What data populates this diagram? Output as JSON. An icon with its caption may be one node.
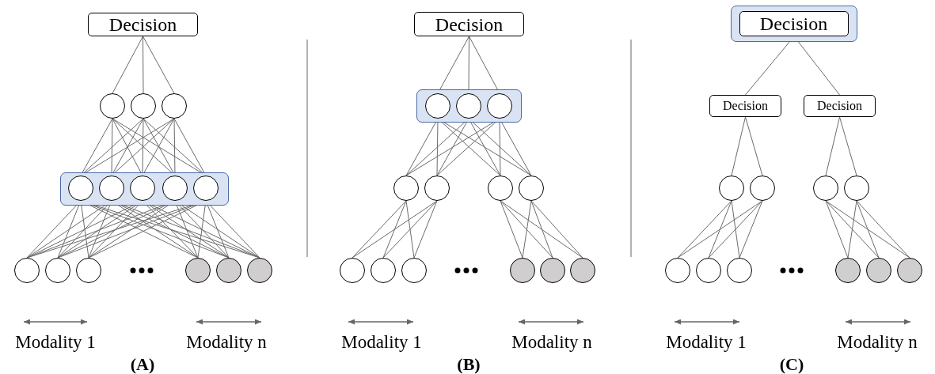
{
  "diagram": {
    "nodes": [
      {
        "text": [
          "Decision"
        ]
      },
      {
        "text": [],
        "shape": "circle"
      },
      {
        "text": [],
        "shape": "circle"
      },
      {
        "text": [],
        "shape": "circle"
      },
      {
        "text": [],
        "shape": "box"
      },
      {
        "text": [],
        "shape": "circle",
        "in": 4
      },
      {
        "text": [],
        "shape": "circle",
        "in": 4
      },
      {
        "text": [],
        "shape": "circle",
        "in": 4
      },
      {
        "text": [],
        "shape": "circle",
        "in": 4
      },
      {
        "text": [],
        "shape": "circle",
        "in": 4
      },
      {
        "text": [],
        "shape": "circle"
      },
      {
        "text": [],
        "shape": "circle"
      },
      {
        "text": [],
        "shape": "circle"
      },
      {
        "text": [],
        "shape": "circle"
      },
      {
        "text": [],
        "shape": "circle"
      },
      {
        "text": [],
        "shape": "circle"
      },
      {
        "text": [
          "Decision"
        ]
      },
      {
        "text": [],
        "shape": "box"
      },
      {
        "text": [],
        "shape": "circle",
        "in": 17
      },
      {
        "text": [],
        "shape": "circle",
        "in": 17
      },
      {
        "text": [],
        "shape": "circle",
        "in": 17
      },
      {
        "text": [],
        "shape": "circle"
      },
      {
        "text": [],
        "shape": "circle"
      },
      {
        "text": [],
        "shape": "circle"
      },
      {
        "text": [],
        "shape": "circle"
      },
      {
        "text": [],
        "shape": "circle"
      },
      {
        "text": [],
        "shape": "circle"
      },
      {
        "text": [],
        "shape": "circle"
      },
      {
        "text": [],
        "shape": "circle"
      },
      {
        "text": [],
        "shape": "circle"
      },
      {
        "text": [],
        "shape": "circle"
      },
      {
        "text": [],
        "shape": "box"
      },
      {
        "text": [
          "Decision"
        ],
        "in": 31
      },
      {
        "text": [
          "Decision"
        ]
      },
      {
        "text": [
          "Decision"
        ]
      },
      {
        "text": [],
        "shape": "circle"
      },
      {
        "text": [],
        "shape": "circle"
      },
      {
        "text": [],
        "shape": "circle"
      },
      {
        "text": [],
        "shape": "circle"
      },
      {
        "text": [],
        "shape": "circle"
      },
      {
        "text": [],
        "shape": "circle"
      },
      {
        "text": [],
        "shape": "circle"
      },
      {
        "text": [],
        "shape": "circle"
      },
      {
        "text": [],
        "shape": "circle"
      },
      {
        "text": [],
        "shape": "circle"
      }
    ],
    "edges": [
      {
        "from": 0,
        "to": 1,
        "arrow": "none"
      },
      {
        "from": 0,
        "to": 2,
        "arrow": "none"
      },
      {
        "from": 0,
        "to": 3,
        "arrow": "none"
      },
      {
        "from": 1,
        "to": 5,
        "arrow": "none"
      },
      {
        "from": 1,
        "to": 6,
        "arrow": "none"
      },
      {
        "from": 1,
        "to": 7,
        "arrow": "none"
      },
      {
        "from": 1,
        "to": 8,
        "arrow": "none"
      },
      {
        "from": 1,
        "to": 9,
        "arrow": "none"
      },
      {
        "from": 2,
        "to": 5,
        "arrow": "none"
      },
      {
        "from": 2,
        "to": 6,
        "arrow": "none"
      },
      {
        "from": 2,
        "to": 7,
        "arrow": "none"
      },
      {
        "from": 2,
        "to": 8,
        "arrow": "none"
      },
      {
        "from": 2,
        "to": 9,
        "arrow": "none"
      },
      {
        "from": 3,
        "to": 5,
        "arrow": "none"
      },
      {
        "from": 3,
        "to": 6,
        "arrow": "none"
      },
      {
        "from": 3,
        "to": 7,
        "arrow": "none"
      },
      {
        "from": 3,
        "to": 8,
        "arrow": "none"
      },
      {
        "from": 3,
        "to": 9,
        "arrow": "none"
      },
      {
        "from": 5,
        "to": 10,
        "arrow": "none"
      },
      {
        "from": 5,
        "to": 11,
        "arrow": "none"
      },
      {
        "from": 5,
        "to": 12,
        "arrow": "none"
      },
      {
        "from": 5,
        "to": 13,
        "arrow": "none"
      },
      {
        "from": 5,
        "to": 14,
        "arrow": "none"
      },
      {
        "from": 5,
        "to": 15,
        "arrow": "none"
      },
      {
        "from": 6,
        "to": 10,
        "arrow": "none"
      },
      {
        "from": 6,
        "to": 11,
        "arrow": "none"
      },
      {
        "from": 6,
        "to": 12,
        "arrow": "none"
      },
      {
        "from": 6,
        "to": 13,
        "arrow": "none"
      },
      {
        "from": 6,
        "to": 14,
        "arrow": "none"
      },
      {
        "from": 6,
        "to": 15,
        "arrow": "none"
      },
      {
        "from": 7,
        "to": 10,
        "arrow": "none"
      },
      {
        "from": 7,
        "to": 11,
        "arrow": "none"
      },
      {
        "from": 7,
        "to": 12,
        "arrow": "none"
      },
      {
        "from": 7,
        "to": 13,
        "arrow": "none"
      },
      {
        "from": 7,
        "to": 14,
        "arrow": "none"
      },
      {
        "from": 7,
        "to": 15,
        "arrow": "none"
      },
      {
        "from": 8,
        "to": 10,
        "arrow": "none"
      },
      {
        "from": 8,
        "to": 11,
        "arrow": "none"
      },
      {
        "from": 8,
        "to": 12,
        "arrow": "none"
      },
      {
        "from": 8,
        "to": 13,
        "arrow": "none"
      },
      {
        "from": 8,
        "to": 14,
        "arrow": "none"
      },
      {
        "from": 8,
        "to": 15,
        "arrow": "none"
      },
      {
        "from": 9,
        "to": 10,
        "arrow": "none"
      },
      {
        "from": 9,
        "to": 11,
        "arrow": "none"
      },
      {
        "from": 9,
        "to": 12,
        "arrow": "none"
      },
      {
        "from": 9,
        "to": 13,
        "arrow": "none"
      },
      {
        "from": 9,
        "to": 14,
        "arrow": "none"
      },
      {
        "from": 9,
        "to": 15,
        "arrow": "none"
      },
      {
        "from": 16,
        "to": 18,
        "arrow": "none"
      },
      {
        "from": 16,
        "to": 19,
        "arrow": "none"
      },
      {
        "from": 16,
        "to": 20,
        "arrow": "none"
      },
      {
        "from": 18,
        "to": 21,
        "arrow": "none"
      },
      {
        "from": 18,
        "to": 22,
        "arrow": "none"
      },
      {
        "from": 18,
        "to": 23,
        "arrow": "none"
      },
      {
        "from": 18,
        "to": 24,
        "arrow": "none"
      },
      {
        "from": 19,
        "to": 21,
        "arrow": "none"
      },
      {
        "from": 19,
        "to": 22,
        "arrow": "none"
      },
      {
        "from": 19,
        "to": 23,
        "arrow": "none"
      },
      {
        "from": 19,
        "to": 24,
        "arrow": "none"
      },
      {
        "from": 20,
        "to": 21,
        "arrow": "none"
      },
      {
        "from": 20,
        "to": 22,
        "arrow": "none"
      },
      {
        "from": 20,
        "to": 23,
        "arrow": "none"
      },
      {
        "from": 20,
        "to": 24,
        "arrow": "none"
      },
      {
        "from": 21,
        "to": 25,
        "arrow": "none"
      },
      {
        "from": 21,
        "to": 26,
        "arrow": "none"
      },
      {
        "from": 21,
        "to": 27,
        "arrow": "none"
      },
      {
        "from": 22,
        "to": 25,
        "arrow": "none"
      },
      {
        "from": 22,
        "to": 26,
        "arrow": "none"
      },
      {
        "from": 22,
        "to": 27,
        "arrow": "none"
      },
      {
        "from": 23,
        "to": 28,
        "arrow": "none"
      },
      {
        "from": 23,
        "to": 29,
        "arrow": "none"
      },
      {
        "from": 23,
        "to": 30,
        "arrow": "none"
      },
      {
        "from": 24,
        "to": 28,
        "arrow": "none"
      },
      {
        "from": 24,
        "to": 29,
        "arrow": "none"
      },
      {
        "from": 24,
        "to": 30,
        "arrow": "none"
      },
      {
        "from": 32,
        "to": 33,
        "arrow": "none"
      },
      {
        "from": 32,
        "to": 34,
        "arrow": "none"
      },
      {
        "from": 33,
        "to": 35,
        "arrow": "none"
      },
      {
        "from": 33,
        "to": 36,
        "arrow": "none"
      },
      {
        "from": 34,
        "to": 37,
        "arrow": "none"
      },
      {
        "from": 34,
        "to": 38,
        "arrow": "none"
      },
      {
        "from": 35,
        "to": 39,
        "arrow": "none"
      },
      {
        "from": 35,
        "to": 40,
        "arrow": "none"
      },
      {
        "from": 35,
        "to": 41,
        "arrow": "none"
      },
      {
        "from": 36,
        "to": 39,
        "arrow": "none"
      },
      {
        "from": 36,
        "to": 40,
        "arrow": "none"
      },
      {
        "from": 36,
        "to": 41,
        "arrow": "none"
      },
      {
        "from": 37,
        "to": 42,
        "arrow": "none"
      },
      {
        "from": 37,
        "to": 43,
        "arrow": "none"
      },
      {
        "from": 37,
        "to": 44,
        "arrow": "none"
      },
      {
        "from": 38,
        "to": 42,
        "arrow": "none"
      },
      {
        "from": 38,
        "to": 43,
        "arrow": "none"
      },
      {
        "from": 38,
        "to": 44,
        "arrow": "none"
      }
    ],
    "labels": [
      "Modality 1",
      "Modality n",
      "(A)",
      "Modality 1",
      "Modality n",
      "(B)",
      "Modality 1",
      "Modality n",
      "(C)"
    ]
  }
}
